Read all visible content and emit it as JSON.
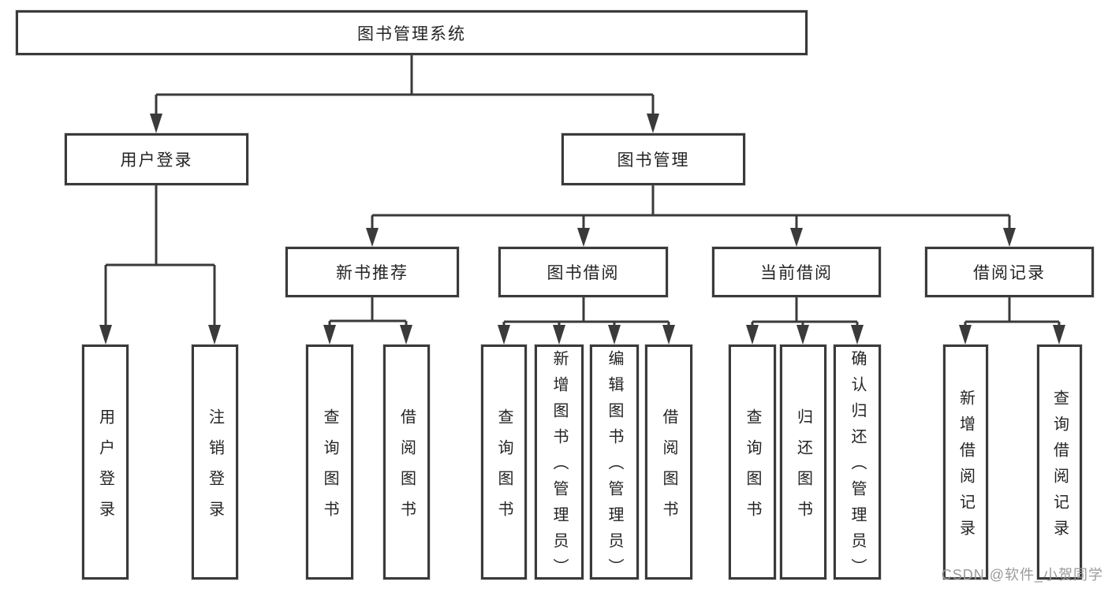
{
  "diagram_title": "图书管理系统",
  "nodes": [
    {
      "id": "root",
      "label": "图书管理系统",
      "level": 1
    },
    {
      "id": "user-login",
      "label": "用户登录",
      "level": 2
    },
    {
      "id": "book-mgmt",
      "label": "图书管理",
      "level": 2
    },
    {
      "id": "new-book-rec",
      "label": "新书推荐",
      "level": 3
    },
    {
      "id": "book-borrow",
      "label": "图书借阅",
      "level": 3
    },
    {
      "id": "current-borrow",
      "label": "当前借阅",
      "level": 3
    },
    {
      "id": "borrow-records",
      "label": "借阅记录",
      "level": 3
    },
    {
      "id": "leaf-user-login",
      "label": "用户登录",
      "level": 4
    },
    {
      "id": "leaf-logout",
      "label": "注销登录",
      "level": 4
    },
    {
      "id": "leaf-query-books-rec",
      "label": "查询图书",
      "level": 4
    },
    {
      "id": "leaf-borrow-books-rec",
      "label": "借阅图书",
      "level": 4
    },
    {
      "id": "leaf-query-books-borrow",
      "label": "查询图书",
      "level": 4
    },
    {
      "id": "leaf-add-books-admin",
      "label": "新增图书（管理员）",
      "level": 4
    },
    {
      "id": "leaf-edit-books-admin",
      "label": "编辑图书（管理员）",
      "level": 4
    },
    {
      "id": "leaf-borrow-books",
      "label": "借阅图书",
      "level": 4
    },
    {
      "id": "leaf-query-books-current",
      "label": "查询图书",
      "level": 4
    },
    {
      "id": "leaf-return-books",
      "label": "归还图书",
      "level": 4
    },
    {
      "id": "leaf-confirm-return-admin",
      "label": "确认归还（管理员）",
      "level": 4
    },
    {
      "id": "leaf-add-borrow-record",
      "label": "新增借阅记录",
      "level": 4
    },
    {
      "id": "leaf-query-borrow-record",
      "label": "查询借阅记录",
      "level": 4
    }
  ],
  "edges": [
    {
      "parent": "root",
      "children": [
        "user-login",
        "book-mgmt"
      ]
    },
    {
      "parent": "user-login",
      "children": [
        "leaf-user-login",
        "leaf-logout"
      ]
    },
    {
      "parent": "book-mgmt",
      "children": [
        "new-book-rec",
        "book-borrow",
        "current-borrow",
        "borrow-records"
      ]
    },
    {
      "parent": "new-book-rec",
      "children": [
        "leaf-query-books-rec",
        "leaf-borrow-books-rec"
      ]
    },
    {
      "parent": "book-borrow",
      "children": [
        "leaf-query-books-borrow",
        "leaf-add-books-admin",
        "leaf-edit-books-admin",
        "leaf-borrow-books"
      ]
    },
    {
      "parent": "current-borrow",
      "children": [
        "leaf-query-books-current",
        "leaf-return-books",
        "leaf-confirm-return-admin"
      ]
    },
    {
      "parent": "borrow-records",
      "children": [
        "leaf-add-borrow-record",
        "leaf-query-borrow-record"
      ]
    }
  ],
  "watermark": {
    "text": "CSDN @软件_小贺同学"
  },
  "colors": {
    "line": "#3a3a3a",
    "text": "#242424",
    "background": "#ffffff",
    "watermark": "#9a9a9a"
  }
}
